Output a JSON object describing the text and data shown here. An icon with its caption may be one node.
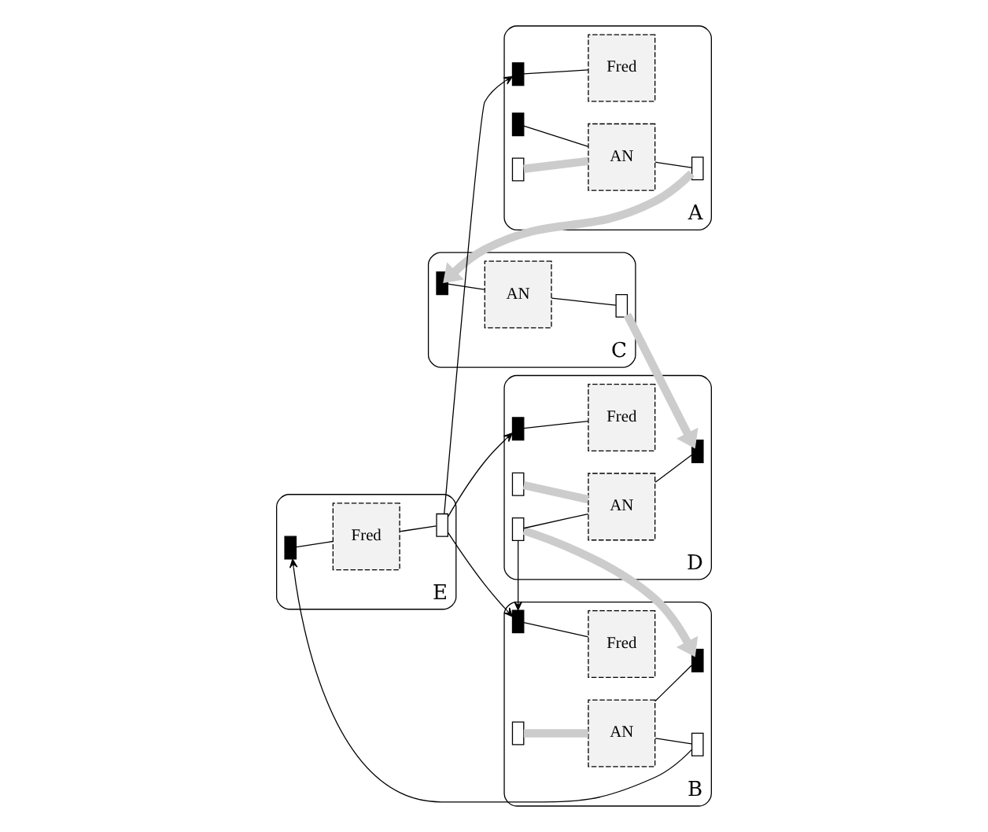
{
  "diagram": {
    "nodes": [
      {
        "text": [
          "A"
        ]
      },
      {
        "text": [
          "Fred"
        ],
        "in": 0
      },
      {
        "text": [
          "AN"
        ],
        "in": 0
      },
      {
        "text": [],
        "shape": "box",
        "in": 0
      },
      {
        "text": [],
        "shape": "box",
        "in": 0
      },
      {
        "text": [],
        "shape": "box",
        "in": 0
      },
      {
        "text": [],
        "shape": "box",
        "in": 0
      },
      {
        "text": [
          "C"
        ]
      },
      {
        "text": [
          "AN"
        ],
        "in": 7
      },
      {
        "text": [],
        "shape": "box",
        "in": 7
      },
      {
        "text": [],
        "shape": "box",
        "in": 7
      },
      {
        "text": [
          "B"
        ]
      },
      {
        "text": [
          "Fred"
        ],
        "in": 11
      },
      {
        "text": [],
        "shape": "box",
        "in": 11
      },
      {
        "text": [],
        "shape": "box",
        "in": 11
      },
      {
        "text": [
          "AN"
        ],
        "in": 11
      },
      {
        "text": [],
        "shape": "box",
        "in": 11
      },
      {
        "text": [],
        "shape": "box",
        "in": 11
      },
      {
        "text": [
          "E"
        ]
      },
      {
        "text": [
          "Fred"
        ],
        "in": 18
      },
      {
        "text": [],
        "shape": "box",
        "in": 18
      },
      {
        "text": [],
        "shape": "box",
        "in": 18
      },
      {
        "text": [
          "D"
        ]
      },
      {
        "text": [
          "Fred"
        ],
        "in": 22
      },
      {
        "text": [
          "AN"
        ],
        "in": 22
      },
      {
        "text": [],
        "shape": "box",
        "in": 22
      },
      {
        "text": [],
        "shape": "box",
        "in": 22
      },
      {
        "text": [],
        "shape": "box",
        "in": 22
      },
      {
        "text": [],
        "shape": "box",
        "in": 22
      }
    ],
    "edges": [
      {
        "from": 3,
        "to": 1,
        "arrow": "none"
      },
      {
        "from": 4,
        "to": 2,
        "arrow": "none"
      },
      {
        "from": 5,
        "to": 2,
        "arrow": "none",
        "style": "thick",
        "color": "#cccccc"
      },
      {
        "from": 2,
        "to": 6,
        "arrow": "none"
      },
      {
        "from": 9,
        "to": 8,
        "arrow": "none"
      },
      {
        "from": 8,
        "to": 10,
        "arrow": "none"
      },
      {
        "from": 13,
        "to": 12,
        "arrow": "none"
      },
      {
        "from": 14,
        "to": 15,
        "arrow": "none",
        "style": "thick",
        "color": "#cccccc"
      },
      {
        "from": 15,
        "to": 16,
        "arrow": "none"
      },
      {
        "from": 15,
        "to": 17,
        "arrow": "none"
      },
      {
        "from": 20,
        "to": 19,
        "arrow": "none"
      },
      {
        "from": 19,
        "to": 21,
        "arrow": "none"
      },
      {
        "from": 25,
        "to": 23,
        "arrow": "none"
      },
      {
        "from": 26,
        "to": 24,
        "arrow": "none",
        "style": "thick",
        "color": "#cccccc"
      },
      {
        "from": 27,
        "to": 24,
        "arrow": "none"
      },
      {
        "from": 24,
        "to": 28,
        "arrow": "none"
      },
      {
        "from": 6,
        "to": 9,
        "arrow": "to",
        "style": "thick",
        "color": "#cccccc"
      },
      {
        "from": 10,
        "to": 28,
        "arrow": "to",
        "style": "thick",
        "color": "#cccccc"
      },
      {
        "from": 27,
        "to": 17,
        "arrow": "to",
        "style": "thick",
        "color": "#cccccc"
      },
      {
        "from": 16,
        "to": 20,
        "arrow": "to"
      },
      {
        "from": 21,
        "to": 3,
        "arrow": "to"
      },
      {
        "from": 21,
        "to": 13,
        "arrow": "to"
      },
      {
        "from": 21,
        "to": 25,
        "arrow": "to"
      },
      {
        "from": 27,
        "to": 13,
        "arrow": "to"
      }
    ]
  }
}
